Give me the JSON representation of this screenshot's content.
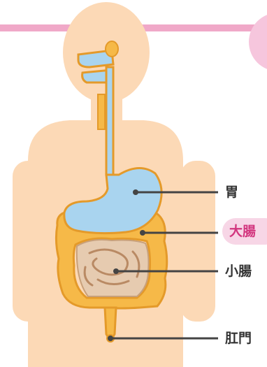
{
  "labels": {
    "stomach": "胃",
    "large_intestine": "大腸",
    "small_intestine": "小腸",
    "anus": "肛門"
  },
  "colors": {
    "skin": "#fcd9b6",
    "pink_line": "#f0a8c8",
    "pink_badge": "#f7d6e6",
    "organ_blue": "#a9d4ef",
    "organ_outline": "#e49a2a",
    "large_intestine": "#f6b948",
    "small_intestine": "#e6cbb0",
    "leader_line": "#444444",
    "label_text": "#333333"
  },
  "highlighted_label": "large_intestine"
}
